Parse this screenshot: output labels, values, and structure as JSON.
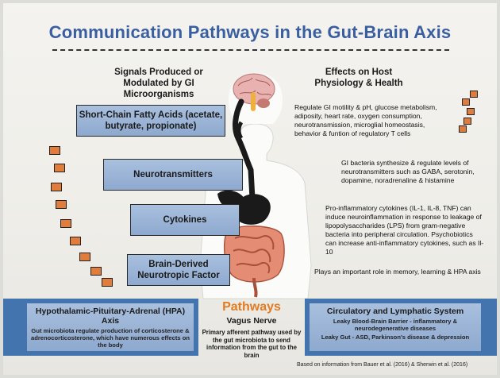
{
  "title": "Communication Pathways in the Gut-Brain Axis",
  "columns": {
    "left": "Signals Produced or Modulated by GI Microorganisms",
    "right": "Effects on Host Physiology & Health"
  },
  "signals": [
    {
      "label": "Short-Chain Fatty Acids (acetate, butyrate, propionate)",
      "effect": "Regulate GI motility & pH, glucose metabolism, adiposity, heart rate, oxygen consumption, neurotransmission, microglial homeostasis, behavior & funtion of regulatory T cells"
    },
    {
      "label": "Neurotransmitters",
      "effect": "GI bacteria synthesize & regulate levels of neurotransmitters such as GABA, serotonin, dopamine, noradrenaline & histamine"
    },
    {
      "label": "Cytokines",
      "effect": "Pro-inflammatory cytokines (IL-1, IL-8, TNF) can induce neuroinflammation in response to leakage of lipopolysaccharides (LPS) from gram-negative bacteria into peripheral circulation. Psychobiotics can increase anti-inflammatory cytokines, such as Il-10"
    },
    {
      "label": "Brain-Derived Neurotropic Factor",
      "effect": "Plays an important role in memory, learning & HPA axis"
    }
  ],
  "pathways": {
    "heading": "Pathways",
    "hpa": {
      "title": "Hypothalamic-Pituitary-Adrenal (HPA) Axis",
      "desc": "Gut microbiota regulate production of corticosterone & adrenocorticosterone, which have numerous effects on the body"
    },
    "vagus": {
      "title": "Vagus Nerve",
      "desc": "Primary afferent pathway used by the gut microbiota to send information from the gut to the brain"
    },
    "circulatory": {
      "title": "Circulatory and Lymphatic System",
      "desc1": "Leaky Blood-Brain Barrier - inflammatory & neurodegenerative diseases",
      "desc2": "Leaky Gut - ASD, Parkinson's disease & depression"
    }
  },
  "source": "Based on information from Bauer et al. (2016) & Sherwin et al. (2016)",
  "colors": {
    "title": "#3a5fa0",
    "box_fill": "#99b3d6",
    "band": "#4474ad",
    "accent": "#e37b22",
    "dash": "#e07d3c"
  },
  "icons": [
    "brain-icon",
    "human-body-icon",
    "esophagus-icon",
    "stomach-icon",
    "intestines-icon"
  ]
}
